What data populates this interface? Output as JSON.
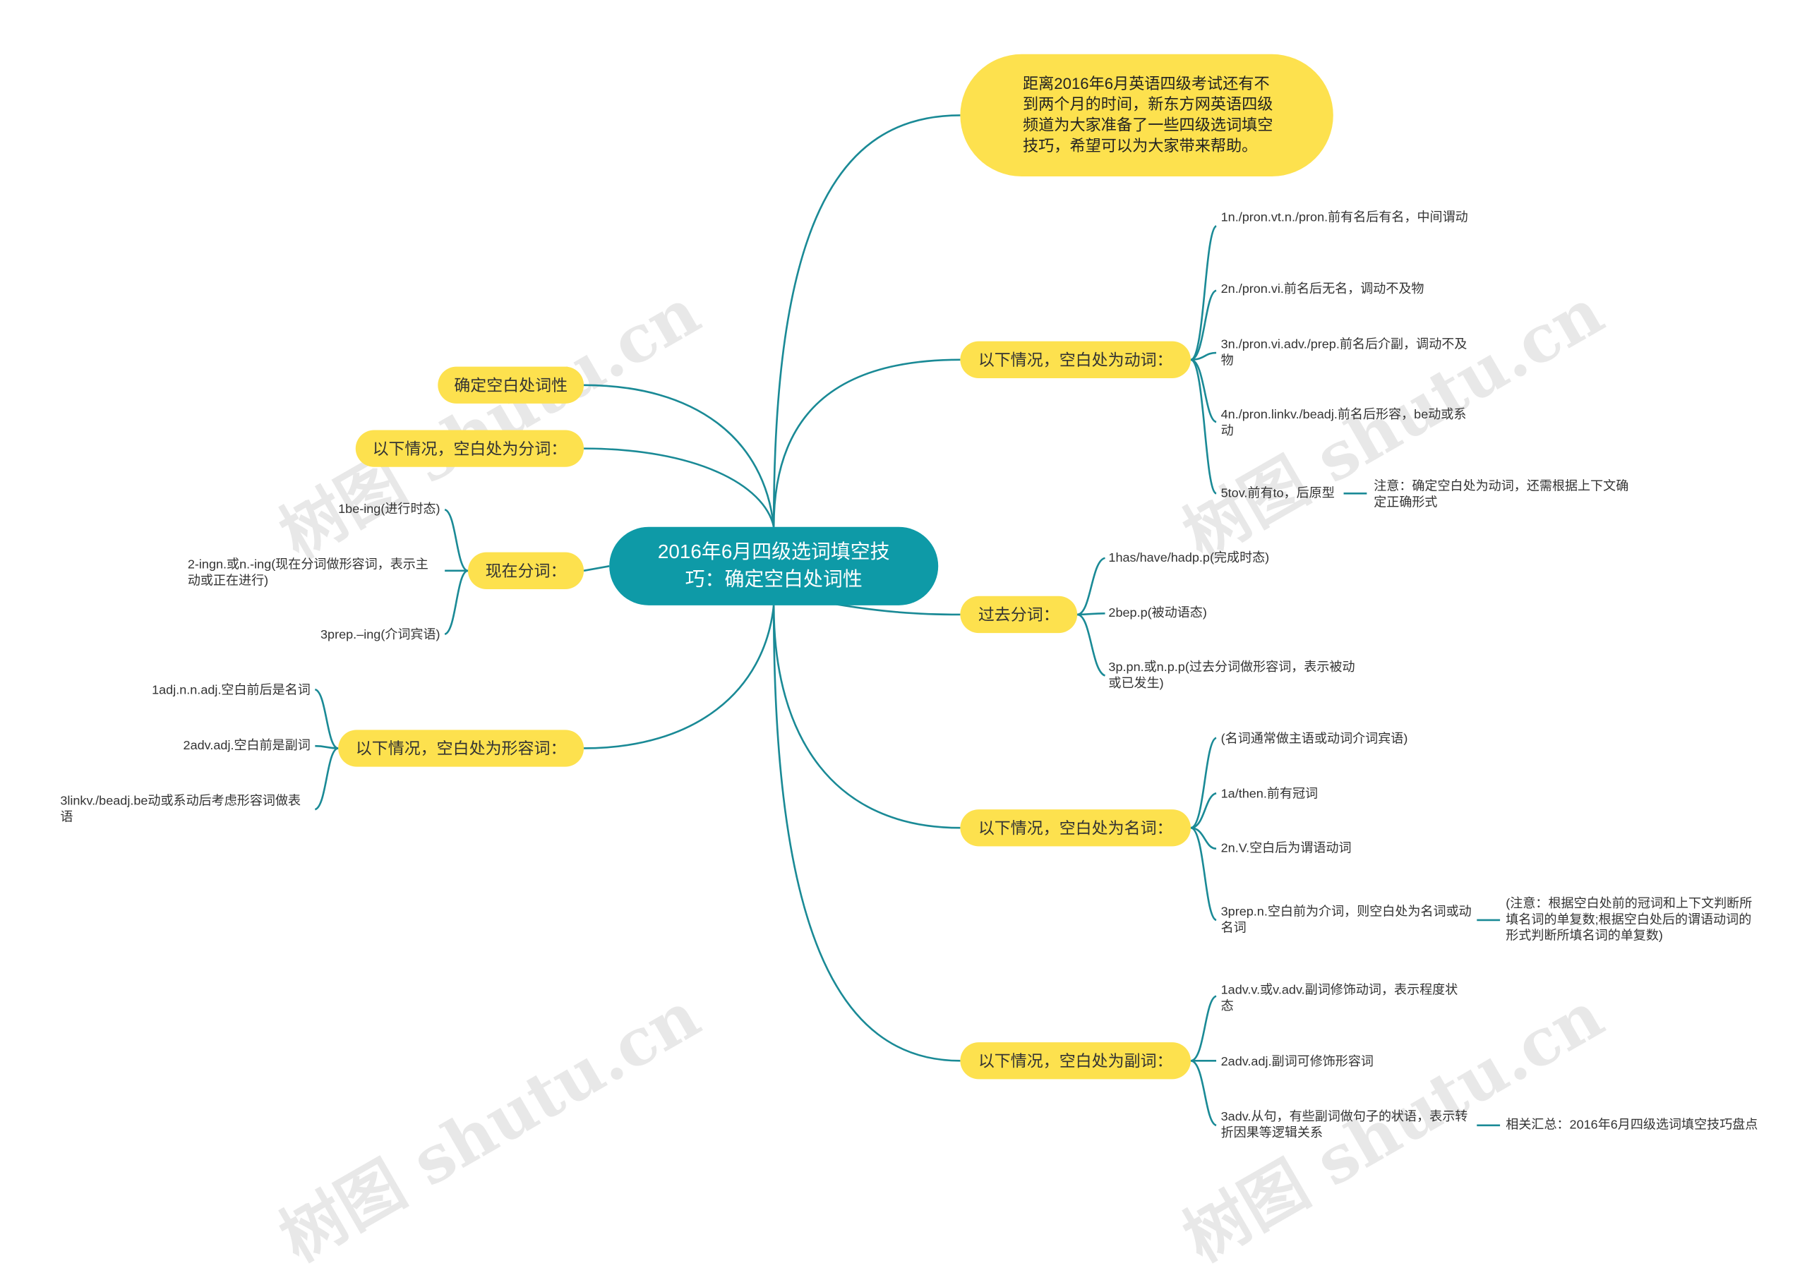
{
  "root": {
    "title": "2016年6月四级选词填空技巧：确定空白处词性"
  },
  "intro": {
    "text": "距离2016年6月英语四级考试还有不到两个月的时间，新东方网英语四级频道为大家准备了一些四级选词填空技巧，希望可以为大家带来帮助。"
  },
  "verb": {
    "label": "以下情况，空白处为动词：",
    "items": [
      "1n./pron.vt.n./pron.前有名后有名，中间谓动",
      "2n./pron.vi.前名后无名，调动不及物",
      "3n./pron.vi.adv./prep.前名后介副，调动不及物",
      "4n./pron.linkv./beadj.前名后形容，be动或系动",
      "5tov.前有to，后原型"
    ],
    "note": "注意：确定空白处为动词，还需根据上下文确定正确形式"
  },
  "past": {
    "label": "过去分词：",
    "items": [
      "1has/have/hadp.p(完成时态)",
      "2bep.p(被动语态)",
      "3p.pn.或n.p.p(过去分词做形容词，表示被动或已发生)"
    ]
  },
  "noun": {
    "label": "以下情况，空白处为名词：",
    "items": [
      "(名词通常做主语或动词介词宾语)",
      "1a/then.前有冠词",
      "2n.V.空白后为谓语动词",
      "3prep.n.空白前为介词，则空白处为名词或动名词"
    ],
    "note": "(注意：根据空白处前的冠词和上下文判断所填名词的单复数;根据空白处后的谓语动词的形式判断所填名词的单复数)"
  },
  "adverb": {
    "label": "以下情况，空白处为副词：",
    "items": [
      "1adv.v.或v.adv.副词修饰动词，表示程度状态",
      "2adv.adj.副词可修饰形容词",
      "3adv.从句，有些副词做句子的状语，表示转折因果等逻辑关系"
    ],
    "note": "相关汇总：2016年6月四级选词填空技巧盘点"
  },
  "left": {
    "determine": "确定空白处词性",
    "participle": "以下情况，空白处为分词：",
    "present": {
      "label": "现在分词：",
      "items": [
        "1be-ing(进行时态)",
        "2-ingn.或n.-ing(现在分词做形容词，表示主动或正在进行)",
        "3prep.–ing(介词宾语)"
      ]
    },
    "adjective": {
      "label": "以下情况，空白处为形容词：",
      "items": [
        "1adj.n.n.adj.空白前后是名词",
        "2adv.adj.空白前是副词",
        "3linkv./beadj.be动或系动后考虑形容词做表语"
      ]
    }
  },
  "watermark": "树图 shutu.cn"
}
